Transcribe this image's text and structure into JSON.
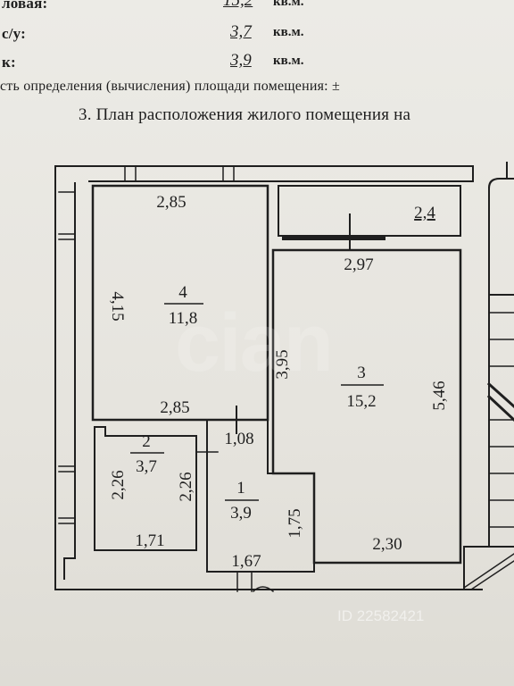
{
  "header": {
    "line1": {
      "label": "ловая:",
      "value": "15,2",
      "unit": "кв.м."
    },
    "line2": {
      "label": "с/у:",
      "value": "3,7",
      "unit": "кв.м."
    },
    "line3": {
      "label": "к:",
      "value": "3,9",
      "unit": "кв.м."
    },
    "line4": "сть определения (вычисления) площади помещения: ±",
    "section_title": "3. План расположения жилого помещения на"
  },
  "rooms": [
    {
      "number": "4",
      "area": "11,8"
    },
    {
      "number": "3",
      "area": "15,2"
    },
    {
      "number": "2",
      "area": "3,7"
    },
    {
      "number": "1",
      "area": "3,9"
    }
  ],
  "dimensions": {
    "room4_top": "2,85",
    "room4_bottom": "2,85",
    "room4_side": "4,15",
    "balcony": "2,4",
    "room3_top": "2,97",
    "room3_left": "3,95",
    "room3_right": "5,46",
    "room3_bottom": "2,30",
    "corridor_top": "1,08",
    "room2_left": "2,26",
    "room2_right": "2,26",
    "room2_bottom": "1,71",
    "room1_right": "1,75",
    "room1_bottom": "1,67"
  },
  "watermark": {
    "logo": "cian",
    "text": "ID 22582421"
  }
}
